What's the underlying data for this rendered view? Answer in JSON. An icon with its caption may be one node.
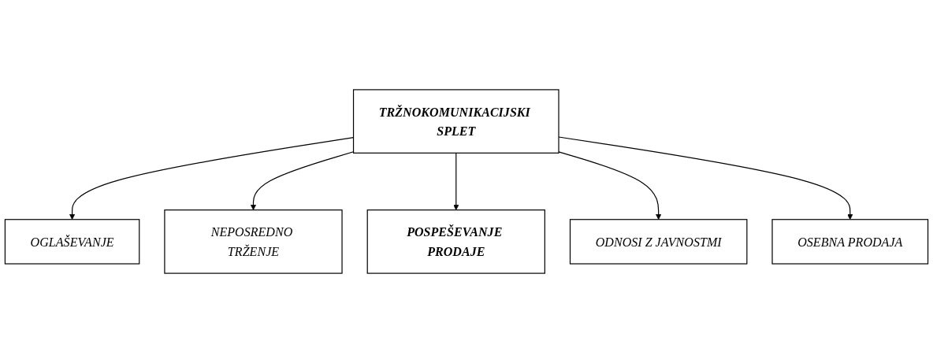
{
  "diagram": {
    "nodes": [
      {
        "text": [
          "TRŽNOKOMUNIKACIJSKI SPLET"
        ]
      },
      {
        "text": [
          "OGLAŠEVANJE"
        ]
      },
      {
        "text": [
          "NEPOSREDNO TRŽENJE"
        ]
      },
      {
        "text": [
          "POSPEŠEVANJE PRODAJE"
        ]
      },
      {
        "text": [
          "ODNOSI Z JAVNOSTMI"
        ]
      },
      {
        "text": [
          "OSEBNA PRODAJA"
        ]
      }
    ],
    "edges": [
      {
        "from": 0,
        "to": 1,
        "arrow": "to"
      },
      {
        "from": 0,
        "to": 2,
        "arrow": "to"
      },
      {
        "from": 0,
        "to": 3,
        "arrow": "to"
      },
      {
        "from": 0,
        "to": 4,
        "arrow": "to"
      },
      {
        "from": 0,
        "to": 5,
        "arrow": "to"
      }
    ]
  }
}
